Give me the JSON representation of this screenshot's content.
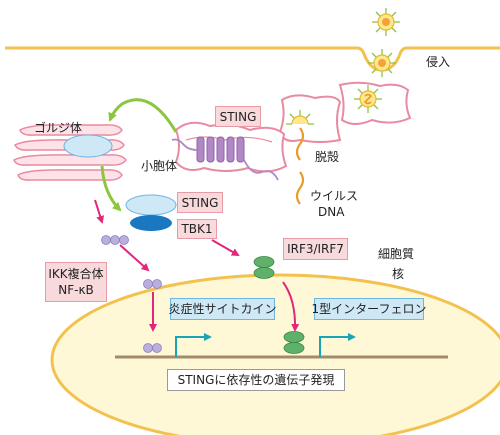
{
  "labels": {
    "entry": "侵入",
    "golgi": "ゴルジ体",
    "sting_top": "STING",
    "vesicle": "小胞体",
    "uncoating": "脱殻",
    "viral_dna_line1": "ウイルス",
    "viral_dna_line2": "DNA",
    "sting_mid": "STING",
    "tbk1": "TBK1",
    "irf": "IRF3/IRF7",
    "cytoplasm": "細胞質",
    "nucleus": "核",
    "ikk_line1": "IKK複合体",
    "ikk_line2": "NF-κB",
    "cytokine": "炎症性サイトカイン",
    "interferon": "1型インターフェロン",
    "gene_expression": "STINGに依存性の遺伝子発現"
  },
  "colors": {
    "membrane": "#f2c14e",
    "nucleus_fill": "#fff8d6",
    "er_pink": "#e98aa2",
    "sting_purple": "#b287c6",
    "viral_dna": "#e89a2c",
    "arrow_magenta": "#e0277a",
    "arrow_green": "#8cc63f",
    "promoter_teal": "#16a6b6",
    "green_protein": "#5fb06a",
    "ikk_purple": "#a997cf",
    "box_pink": "#f8d9dc",
    "box_blue": "#cfe8f6"
  }
}
